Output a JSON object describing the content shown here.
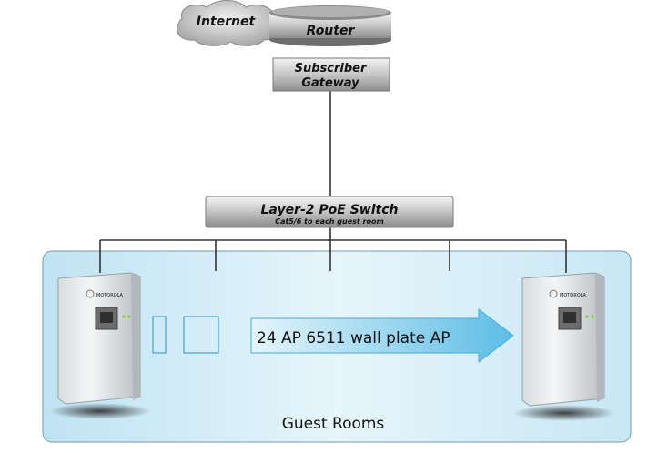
{
  "nodes": {
    "internet": "Internet",
    "router": "Router",
    "gateway_line1": "Subscriber",
    "gateway_line2": "Gateway",
    "switch_title": "Layer-2 PoE Switch",
    "switch_sub": "Cat5/6 to each guest room"
  },
  "devices": {
    "brand": "MOTOROLA",
    "ap_label": "24 AP 6511 wall plate AP"
  },
  "area": {
    "label": "Guest Rooms"
  },
  "colors": {
    "room_fill": "#cfe9f5",
    "arrow_fill": "#6ec6ea",
    "box_fill": "#b5b5b5"
  }
}
